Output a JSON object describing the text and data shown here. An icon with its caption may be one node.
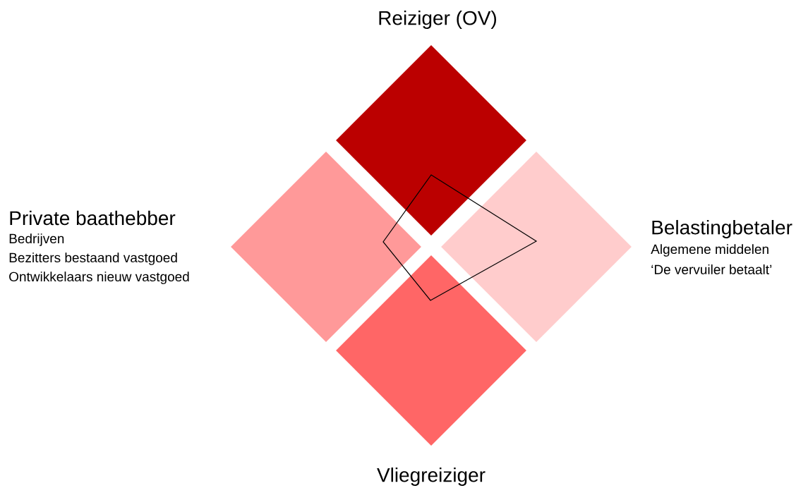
{
  "diagram": {
    "nodes": [
      {
        "text": [
          "Reiziger (OV)"
        ]
      },
      {
        "text": [
          "Private baathebber"
        ],
        "beside": [
          "Bedrijven",
          "Bezitters bestaand vastgoed",
          "Ontwikkelaars nieuw vastgoed"
        ]
      },
      {
        "text": [
          "Belastingbetaler"
        ],
        "beside": [
          "Algemene middelen",
          "‘De vervuiler betaalt’"
        ]
      },
      {
        "text": [
          "Vliegreiziger"
        ]
      },
      {
        "text": [],
        "shape": "polygon"
      }
    ]
  }
}
